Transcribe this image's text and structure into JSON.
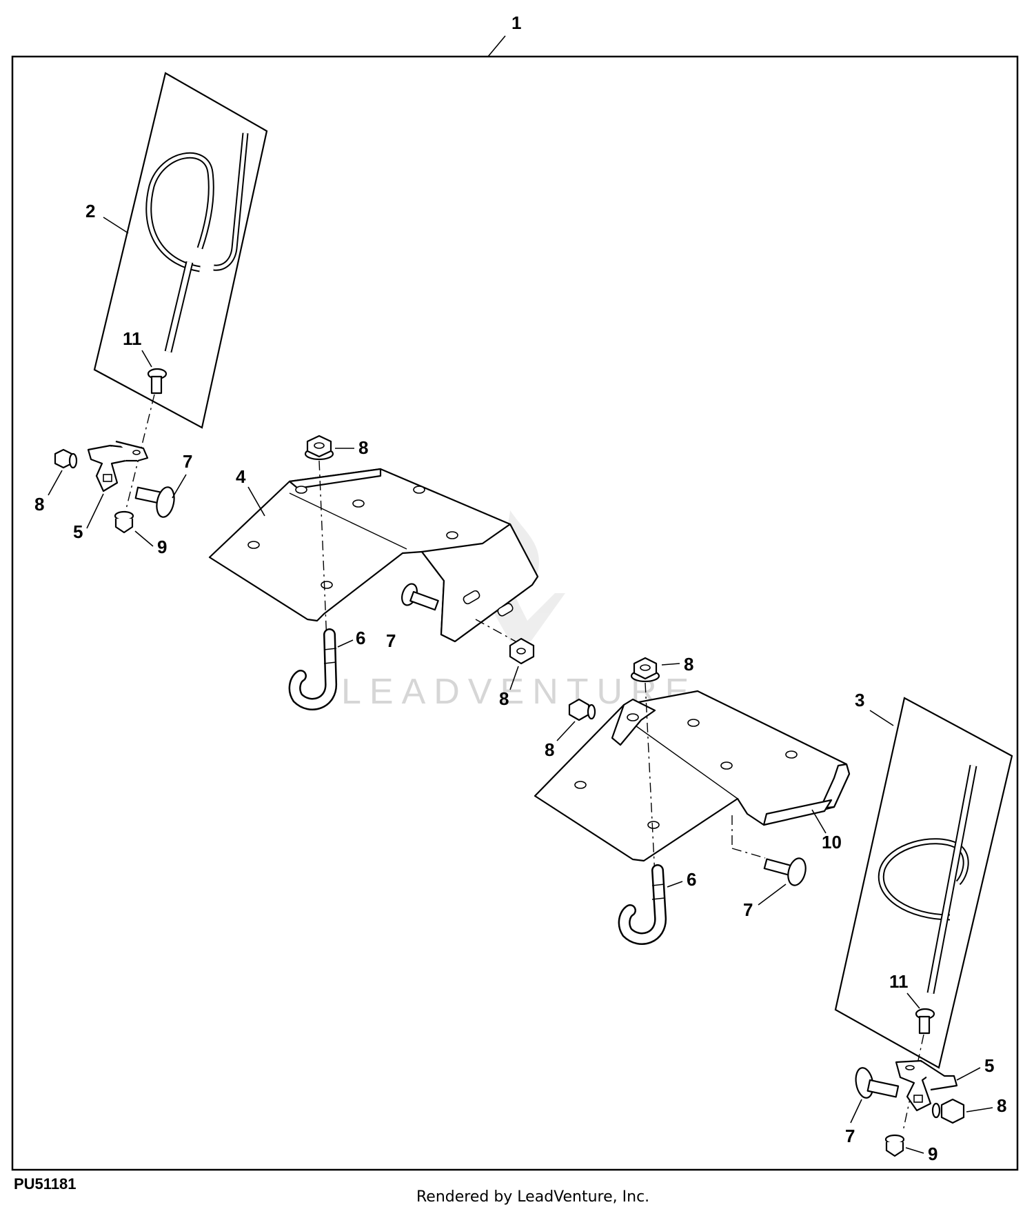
{
  "diagram": {
    "reference_code": "PU51181",
    "footer": "Rendered by LeadVenture, Inc.",
    "watermark": "LEADVENTURE",
    "callouts": {
      "c1": "1",
      "c2": "2",
      "c3": "3",
      "c4": "4",
      "c5a": "5",
      "c5b": "5",
      "c6a": "6",
      "c6b": "6",
      "c7a": "7",
      "c7b": "7",
      "c7c": "7",
      "c7d": "7",
      "c8a": "8",
      "c8b": "8",
      "c8c": "8",
      "c8d": "8",
      "c8e": "8",
      "c8f": "8",
      "c9a": "9",
      "c9b": "9",
      "c10": "10",
      "c11a": "11",
      "c11b": "11"
    }
  }
}
